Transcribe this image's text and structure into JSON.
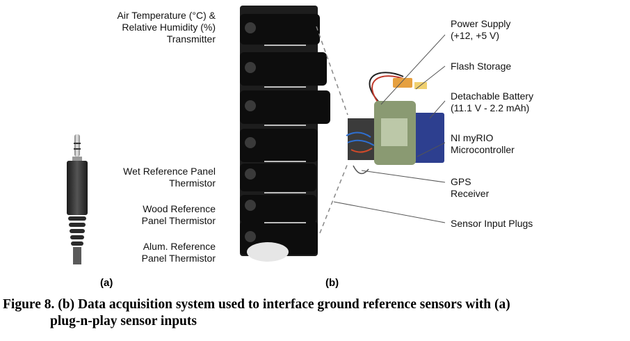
{
  "labels_left": {
    "air_temp": "Air Temperature (°C) &\nRelative Humidity (%)\nTransmitter",
    "wet_panel": "Wet Reference Panel\nThermistor",
    "wood_panel": "Wood Reference\nPanel Thermistor",
    "alum_panel": "Alum. Reference\nPanel Thermistor"
  },
  "labels_right": {
    "power_supply": "Power Supply\n(+12, +5 V)",
    "flash_storage": "Flash Storage",
    "battery": "Detachable Battery\n(11.1 V - 2.2 mAh)",
    "myrio": "NI myRIO\nMicrocontroller",
    "gps": "GPS\nReceiver",
    "sensor_plugs": "Sensor Input Plugs"
  },
  "subfigure_labels": {
    "a": "(a)",
    "b": "(b)"
  },
  "caption": {
    "line1": "Figure 8. (b) Data acquisition system used to interface ground reference sensors with (a)",
    "line2": "plug-n-play sensor inputs"
  },
  "colors": {
    "device_green": "#8a9a72",
    "board": "#3b3b3b",
    "battery_blue": "#2d3f8f",
    "wire_red": "#c0392b"
  }
}
